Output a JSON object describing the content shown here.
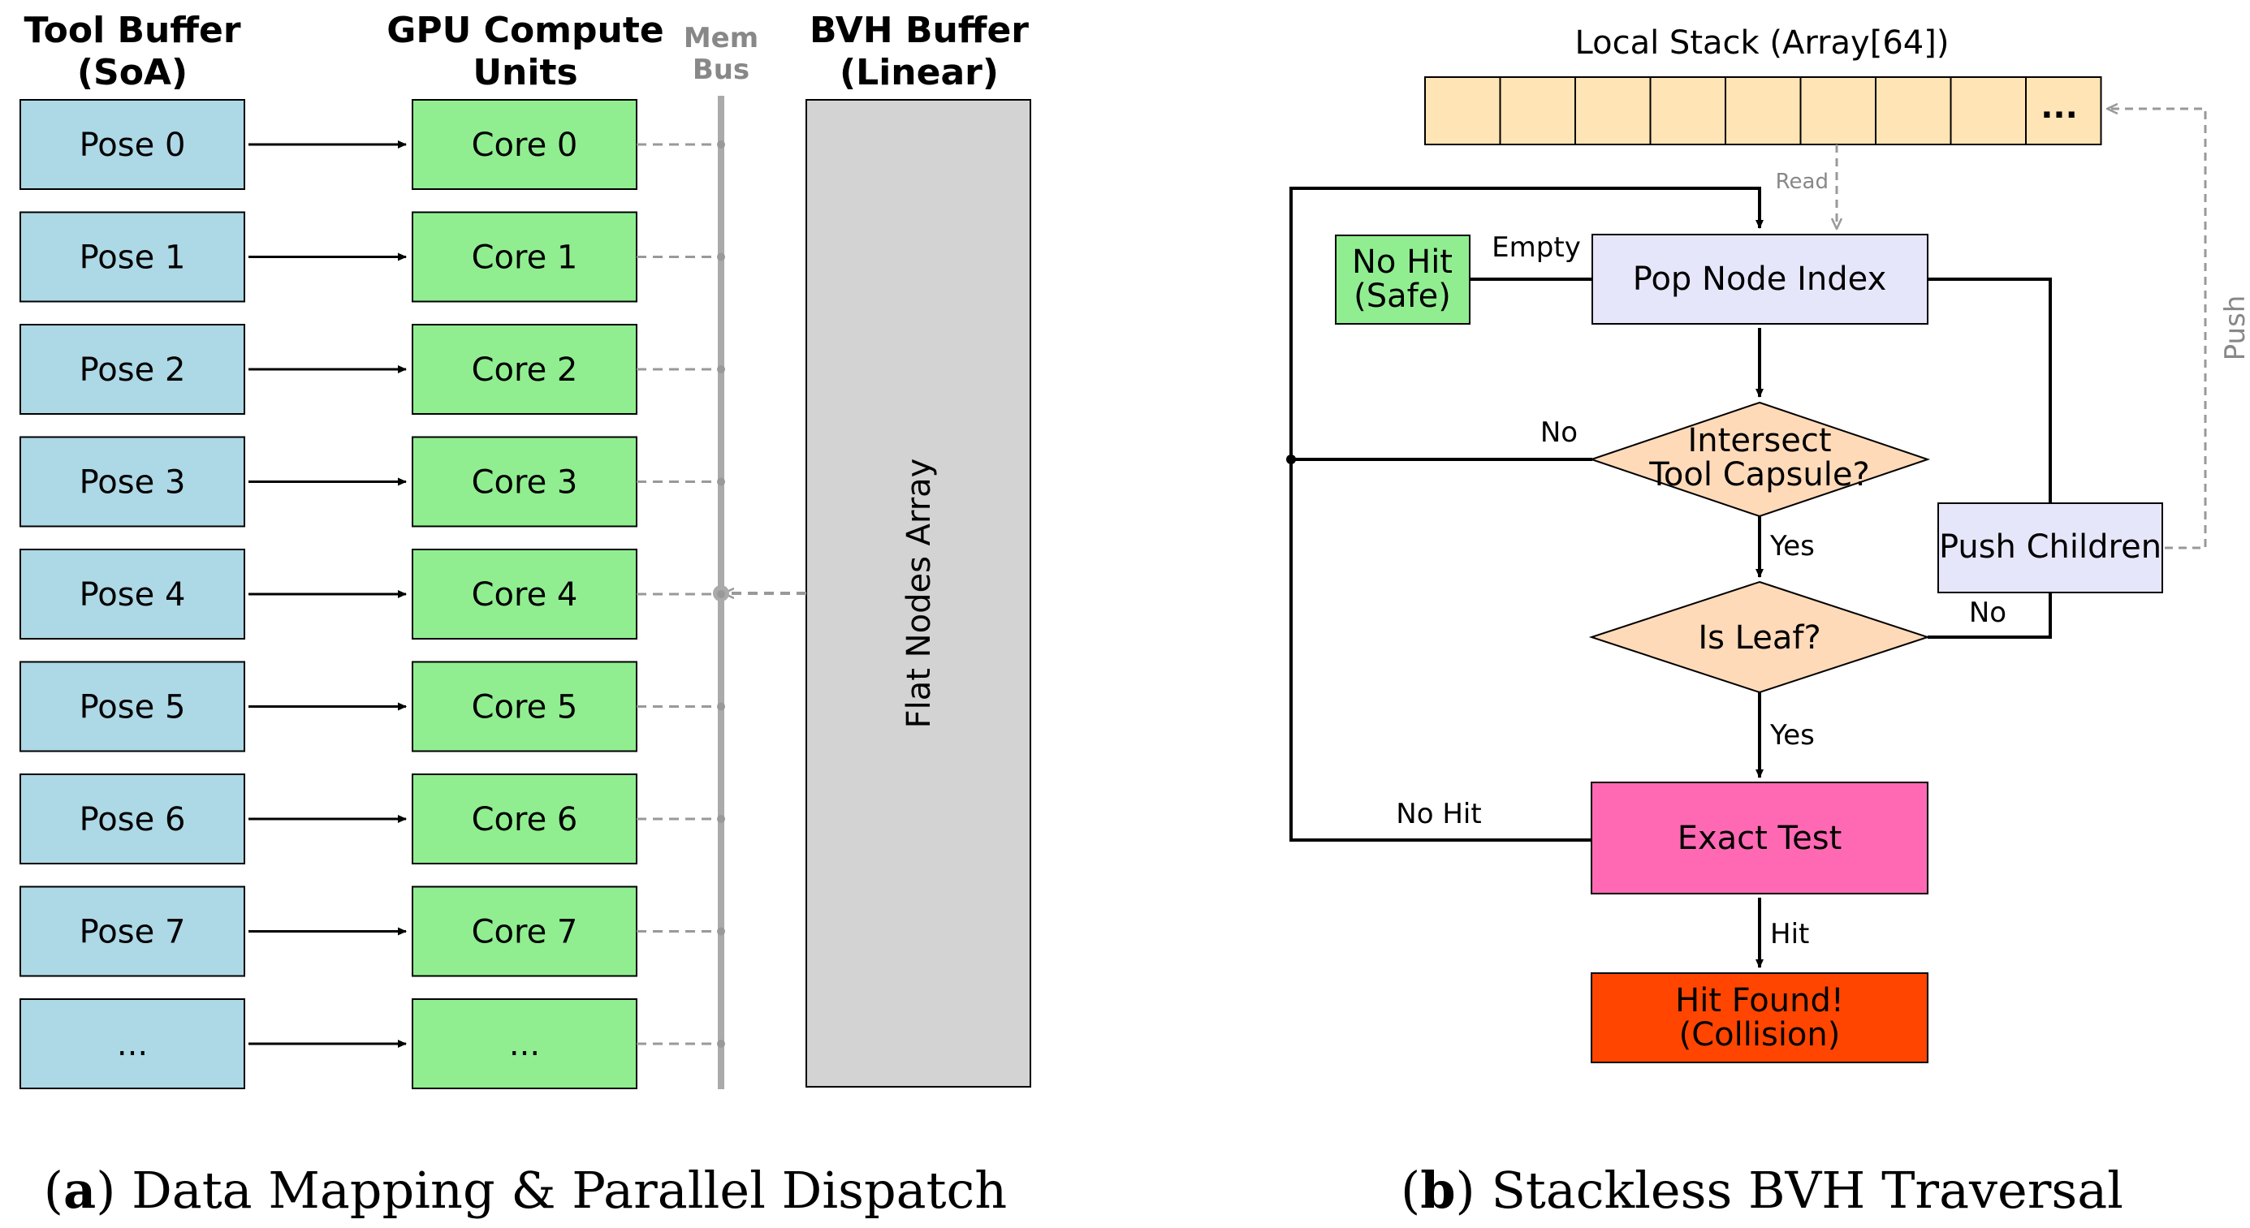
{
  "left_panel": {
    "headers": {
      "tool_buffer": [
        "Tool Buffer",
        "(SoA)"
      ],
      "gpu_units": [
        "GPU Compute",
        "Units"
      ],
      "mem_bus": [
        "Mem",
        "Bus"
      ],
      "bvh_buffer": [
        "BVH Buffer",
        "(Linear)"
      ]
    },
    "poses": [
      "Pose 0",
      "Pose 1",
      "Pose 2",
      "Pose 3",
      "Pose 4",
      "Pose 5",
      "Pose 6",
      "Pose 7",
      "..."
    ],
    "cores": [
      "Core 0",
      "Core 1",
      "Core 2",
      "Core 3",
      "Core 4",
      "Core 5",
      "Core 6",
      "Core 7",
      "..."
    ],
    "flat_nodes_label": "Flat Nodes Array",
    "caption_letter": "a",
    "caption_text": " Data Mapping & Parallel Dispatch"
  },
  "right_panel": {
    "stack_title": "Local Stack (Array[64])",
    "stack_ellipsis": "...",
    "read_label": "Read",
    "push_label": "Push",
    "no_hit_safe": [
      "No Hit",
      "(Safe)"
    ],
    "empty_label": "Empty",
    "pop_node": "Pop Node Index",
    "intersect": [
      "Intersect",
      "Tool Capsule?"
    ],
    "no_label_1": "No",
    "yes_label_1": "Yes",
    "push_children": "Push Children",
    "is_leaf": "Is Leaf?",
    "no_label_2": "No",
    "yes_label_2": "Yes",
    "no_hit_label": "No Hit",
    "exact_test": "Exact Test",
    "hit_label": "Hit",
    "hit_found": [
      "Hit Found!",
      "(Collision)"
    ],
    "caption_letter": "b",
    "caption_text": " Stackless BVH Traversal"
  },
  "colors": {
    "pose_fill": "#add8e6",
    "core_fill": "#90ee90",
    "bvh_fill": "#d3d3d3",
    "stack_fill": "#ffe4b5",
    "node_fill": "#e6e6fa",
    "diamond_fill": "#ffdab9",
    "exact_fill": "#ff69b4",
    "hit_fill": "#ff4500",
    "safe_fill": "#90ee90",
    "bus_color": "#aaaaaa",
    "dash_color": "#999999"
  }
}
